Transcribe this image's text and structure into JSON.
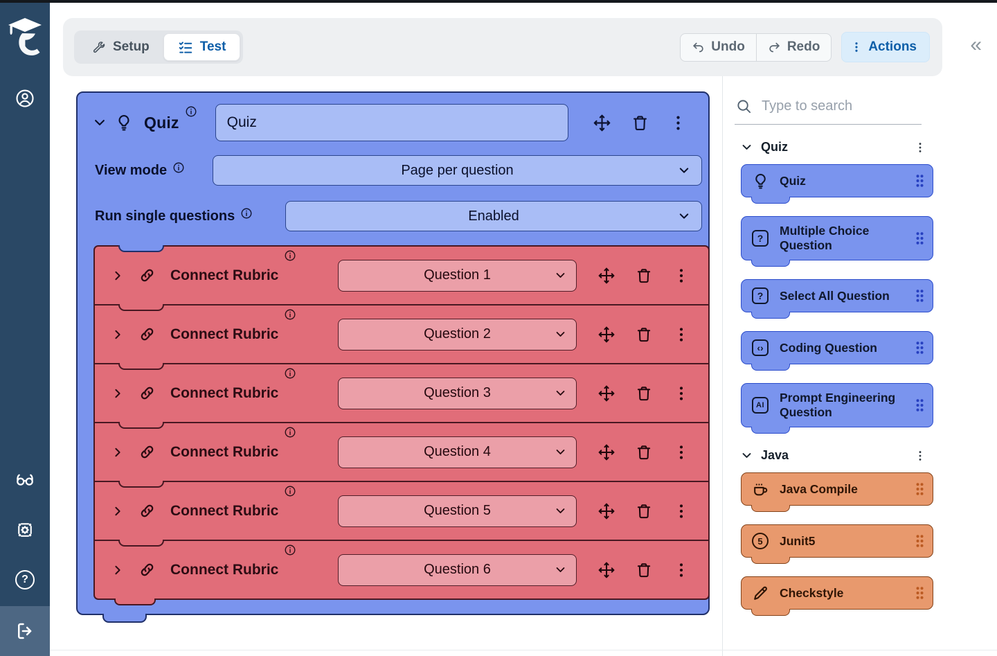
{
  "toolbar": {
    "setup_label": "Setup",
    "test_label": "Test",
    "undo_label": "Undo",
    "redo_label": "Redo",
    "actions_label": "Actions",
    "collapse_glyph": "«"
  },
  "canvas": {
    "quiz_block": {
      "title": "Quiz",
      "name_value": "Quiz",
      "view_mode_label": "View mode",
      "view_mode_value": "Page per question",
      "run_single_label": "Run single questions",
      "run_single_value": "Enabled",
      "children": [
        {
          "title": "Connect Rubric",
          "value": "Question 1"
        },
        {
          "title": "Connect Rubric",
          "value": "Question 2"
        },
        {
          "title": "Connect Rubric",
          "value": "Question 3"
        },
        {
          "title": "Connect Rubric",
          "value": "Question 4"
        },
        {
          "title": "Connect Rubric",
          "value": "Question 5"
        },
        {
          "title": "Connect Rubric",
          "value": "Question 6"
        }
      ]
    }
  },
  "palette": {
    "search_placeholder": "Type to search",
    "sections": [
      {
        "label": "Quiz",
        "blocks": [
          {
            "label": "Quiz",
            "icon": "lightbulb",
            "color": "blue"
          },
          {
            "label": "Multiple Choice Question",
            "icon": "question-square",
            "color": "blue"
          },
          {
            "label": "Select All Question",
            "icon": "question-square",
            "color": "blue"
          },
          {
            "label": "Coding Question",
            "icon": "code-square",
            "color": "blue"
          },
          {
            "label": "Prompt Engineering Question",
            "icon": "ai-square",
            "color": "blue"
          }
        ]
      },
      {
        "label": "Java",
        "blocks": [
          {
            "label": "Java Compile",
            "icon": "coffee",
            "color": "orange"
          },
          {
            "label": "Junit5",
            "icon": "circle-5",
            "color": "orange"
          },
          {
            "label": "Checkstyle",
            "icon": "pencil",
            "color": "orange"
          }
        ]
      }
    ]
  }
}
